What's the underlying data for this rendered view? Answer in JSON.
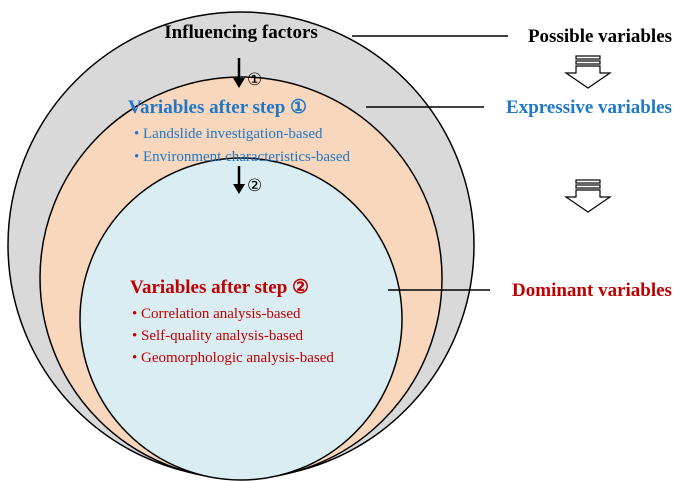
{
  "outer": {
    "label": "Influencing factors",
    "fill": "#d9d9d9"
  },
  "step1": {
    "marker": "①",
    "title": "Variables after step ①",
    "title_color": "#1f77c8",
    "fill": "#f9d7bd",
    "bullets": [
      "• Landslide investigation-based",
      "• Environment characteristics-based"
    ]
  },
  "step2": {
    "marker": "②",
    "title": "Variables after step ②",
    "title_color": "#c00000",
    "fill": "#d9edf2",
    "bullets": [
      "• Correlation analysis-based",
      "• Self-quality analysis-based",
      "• Geomorphologic analysis-based"
    ]
  },
  "right_labels": {
    "possible": "Possible variables",
    "expressive": "Expressive variables",
    "expressive_color": "#1f77c8",
    "dominant": "Dominant variables",
    "dominant_color": "#c00000"
  }
}
